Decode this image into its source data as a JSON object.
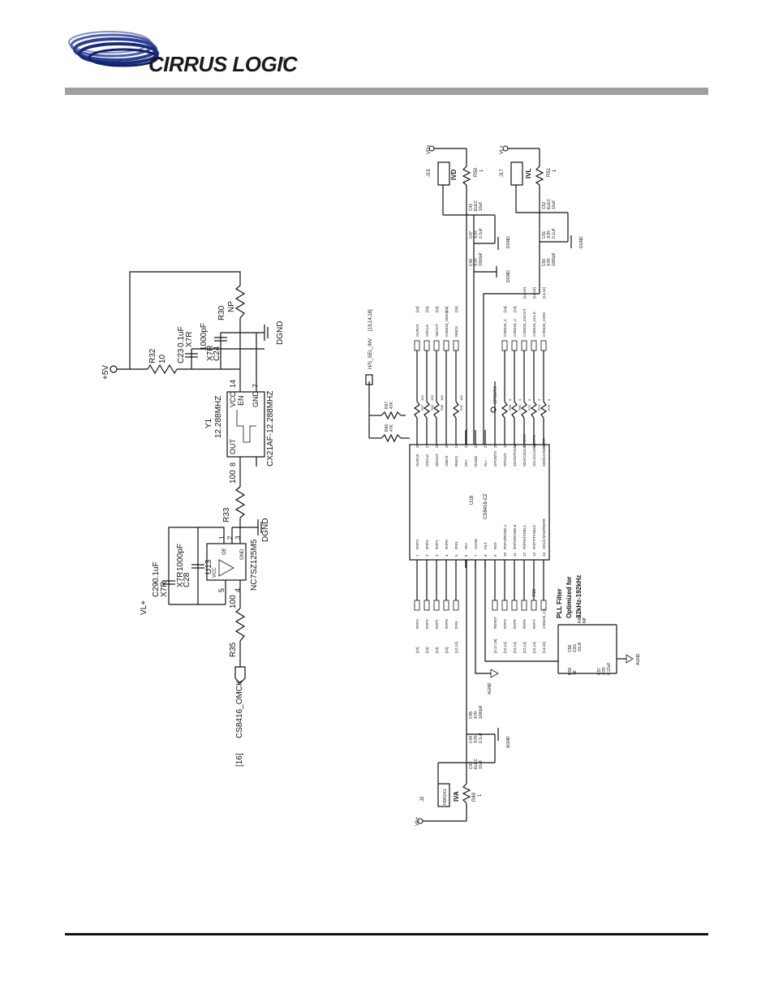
{
  "header": {
    "logo_text": "CIRRUS LOGIC",
    "logo_mark": "®"
  },
  "left_circuit": {
    "labels": {
      "v5": "+5V",
      "vl": "VL+",
      "r32": "R32",
      "r32_val": "10",
      "c23": "C23",
      "c23_val": "X7R",
      "c23_val2": "0.1uF",
      "c24": "C24",
      "c24_val": "X7R",
      "c24_val2": "1000pF",
      "r30": "R30",
      "r30_val": "NP",
      "dgnd1": "DGND",
      "y1": "Y1",
      "y1_freq": "12.288MHZ",
      "y1_vcc": "VCC",
      "y1_en": "EN",
      "y1_out": "OUT",
      "y1_gnd": "GND",
      "y1_pin14": "14",
      "y1_pin8": "8",
      "y1_pin7": "7",
      "y1_part": "CX21AF-12.288MHZ",
      "r33": "R33",
      "r33_val": "100",
      "u13": "U13",
      "u13_part": "NC7SZ125M5",
      "c28": "C28",
      "c28_val": "X7R",
      "c28_val2": "1000pF",
      "c29": "C29",
      "c29_val": "X7R",
      "c29_val2": "0.1uF",
      "dgnd2": "DGND",
      "u13_p5": "5",
      "u13_p4": "4",
      "u13_p1": "1",
      "u13_p2": "2",
      "u13_p3": "3",
      "u13_vcc": "VCC",
      "u13_gnd": "GND",
      "u13_oe": "OE",
      "r35": "R35",
      "r35_val": "100",
      "omck_net": "CS8416_OMCK",
      "omck_ref": "[16]"
    }
  },
  "right_circuit": {
    "u18_ref": "U18",
    "u18_part": "CS8416-CZ",
    "left_pins": [
      {
        "num": "1",
        "name": "RXP3",
        "net": "RXP3",
        "ref": "[12]"
      },
      {
        "num": "2",
        "name": "RXP2",
        "net": "RXP2",
        "ref": "[12]"
      },
      {
        "num": "3",
        "name": "RXP1",
        "net": "RXP1",
        "ref": "[12]"
      },
      {
        "num": "4",
        "name": "RXP0",
        "net": "RXP0",
        "ref": "[12]"
      },
      {
        "num": "5",
        "name": "RXN",
        "net": "RXN",
        "ref": "[12,13]"
      },
      {
        "num": "6",
        "name": "VA+",
        "net": "",
        "ref": ""
      },
      {
        "num": "7",
        "name": "AGND",
        "net": "",
        "ref": ""
      },
      {
        "num": "8",
        "name": "FILT",
        "net": "",
        "ref": ""
      },
      {
        "num": "9",
        "name": "RST",
        "net": "RESET",
        "ref": "[3,17,18]"
      },
      {
        "num": "10",
        "name": "RXP4/RXSEL1",
        "net": "RXP4",
        "ref": "[12,14]"
      },
      {
        "num": "11",
        "name": "RXP5/RXSEL0",
        "net": "RXP5",
        "ref": "[12,14]"
      },
      {
        "num": "12",
        "name": "RXP6/TXSEL1",
        "net": "RXP6",
        "ref": "[12,14]"
      },
      {
        "num": "13",
        "name": "RXP7/TXSEL0",
        "net": "RXP7",
        "ref": "[12,14]"
      },
      {
        "num": "14",
        "name": "AD1/CS/NV/RERR",
        "net": "CS8416_CS",
        "ref": "[14,16]"
      }
    ],
    "right_pins": [
      {
        "num": "28",
        "name": "OLRCK",
        "res": "R37",
        "val": "100",
        "net": "OLRCK",
        "ref": "[15]"
      },
      {
        "num": "27",
        "name": "OSCLK",
        "res": "R42",
        "val": "100",
        "net": "OSCLK",
        "ref": "[15]"
      },
      {
        "num": "26",
        "name": "SDOUT",
        "res": "R46",
        "val": "100",
        "net": "SDOUT",
        "ref": "[15]"
      },
      {
        "num": "25",
        "name": "OMCK",
        "res": "",
        "val": "",
        "net": "CS8416_OMCK",
        "ref": "[16]"
      },
      {
        "num": "24",
        "name": "RMCK",
        "res": "R47",
        "val": "100",
        "net": "RMCK",
        "ref": "[15]"
      },
      {
        "num": "23",
        "name": "VD+",
        "res": "",
        "val": "",
        "net": "",
        "ref": ""
      },
      {
        "num": "22",
        "name": "DGND",
        "res": "",
        "val": "",
        "net": "",
        "ref": ""
      },
      {
        "num": "21",
        "name": "VL+",
        "res": "",
        "val": "",
        "net": "",
        "ref": ""
      },
      {
        "num": "20",
        "name": "GPO0/TX",
        "res": "",
        "val": "",
        "net": "GPO0/TX",
        "ref": ""
      },
      {
        "num": "19",
        "name": "GPO1/C",
        "res": "R58",
        "val": "0",
        "net": "CS8416_C",
        "ref": "[14]"
      },
      {
        "num": "18",
        "name": "AD2/GPO2/U",
        "res": "R60",
        "val": "0",
        "net": "CS8416_U",
        "ref": "[14]"
      },
      {
        "num": "17",
        "name": "SDA/CDOUT/AERR",
        "res": "R72",
        "val": "0",
        "net": "CS8416_CDOUT",
        "ref": "[14,16]"
      },
      {
        "num": "16",
        "name": "SCL/CCLK/NVERR",
        "res": "R74",
        "val": "0",
        "net": "CS8416_CCLK",
        "ref": "[14,16]"
      },
      {
        "num": "15",
        "name": "AD0/CDIN/RERR",
        "res": "R78",
        "val": "0",
        "net": "CS8416_CDIN",
        "ref": "[14,16]"
      }
    ],
    "labels": {
      "hs_net": "H/S_SEL_INV",
      "hs_ref": "[13,14,18]",
      "r66": "R66",
      "r66_val": "47K",
      "r67": "R67",
      "r67_val": "47K",
      "gpo0": "GPO0/TX",
      "r28": "R28",
      "vd": "VD+",
      "j15": "J15",
      "ivd": "IVD",
      "r50": "R50",
      "r50_val": "1",
      "c41": "C41",
      "c41_val": "ELEC",
      "c41_val2": "10uF",
      "c47": "C47",
      "c47_val": "X7R",
      "c47_val2": "0.1uF",
      "c46": "C46",
      "c46_val": "X7R",
      "c46_val2": "1000pF",
      "dgnd_a": "DGND",
      "dgnd_b": "DGND",
      "vl": "VL+",
      "j17": "J17",
      "ivl": "IVL",
      "r51": "R51",
      "r51_val": "1",
      "c52": "C52",
      "c52_val": "ELEC",
      "c52_val2": "10uF",
      "c51": "C51",
      "c51_val": "X7R",
      "c51_val2": "0.1uF",
      "c50": "C50",
      "c50_val": "X7R",
      "c50_val2": "1000pF",
      "dgnd_c": "DGND",
      "va": "VA+",
      "j2": "J2",
      "hdr2x1": "HDR2X1",
      "iva": "IVA",
      "r49": "R49",
      "r49_val": "1",
      "c43": "C43",
      "c43_val": "ELEC",
      "c43_val2": "10uF",
      "c44": "C44",
      "c44_val": "X7R",
      "c44_val2": "0.1uF",
      "c45": "C45",
      "c45_val": "X7R",
      "c45_val2": "1000pF",
      "agnd1": "AGND",
      "agnd2": "AGND",
      "agnd3": "AGND",
      "pll1": "PLL Filter",
      "pll2": "Optimized for",
      "pll3": "32kHz-192kHz",
      "r59": "R59",
      "r59_val": "1K",
      "r65": "R65",
      "r65_val": "NP",
      "c58": "C58",
      "c58_val": "C0G",
      "c58_val2": ".01uF",
      "c57": "C57",
      "c57_val": "X7R",
      "c57_val2": "0.22uF"
    }
  }
}
